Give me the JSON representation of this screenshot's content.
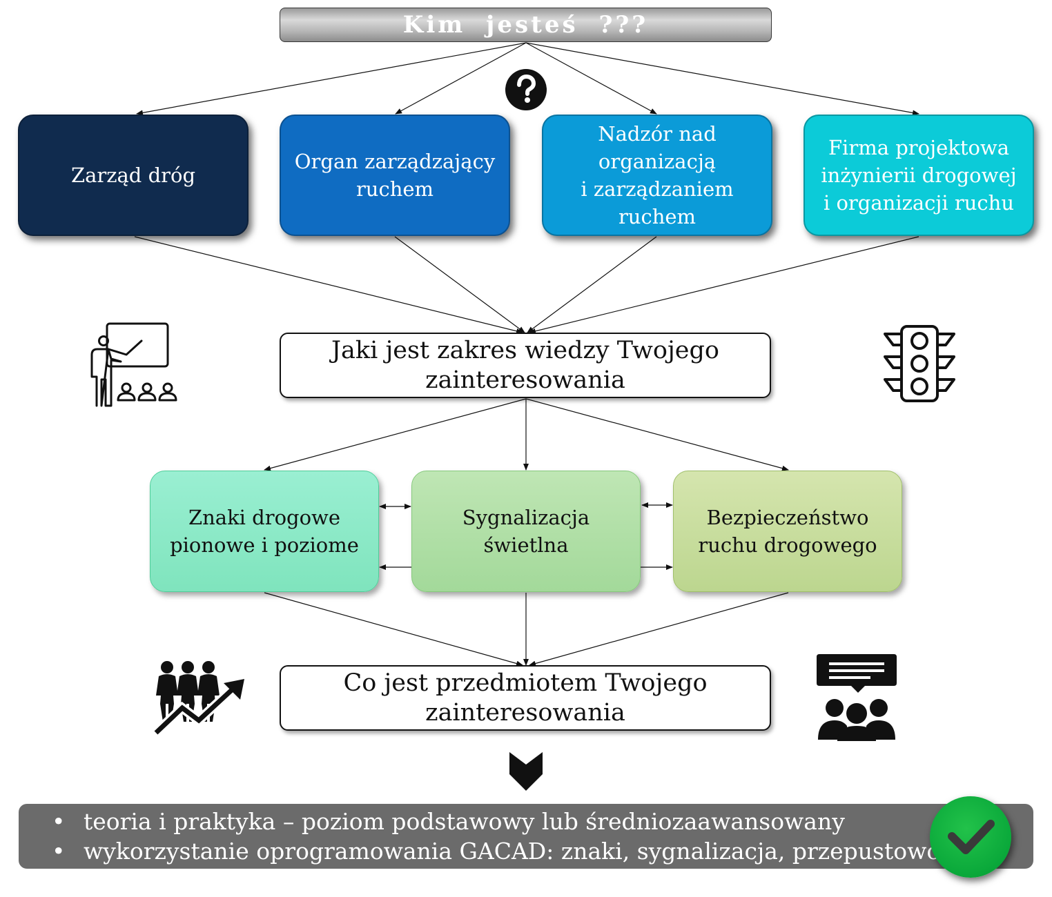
{
  "title": "Kim jesteś ???",
  "roles": [
    {
      "label": "Zarząd dróg",
      "color": "#102b4e"
    },
    {
      "label": "Organ zarządzający\nruchem",
      "color": "#0f6cc2"
    },
    {
      "label": "Nadzór nad\norganizacją\ni zarządzaniem\nruchem",
      "color": "#0b9bd8"
    },
    {
      "label": "Firma projektowa\ninżynierii drogowej\ni organizacji ruchu",
      "color": "#0ccbd8"
    }
  ],
  "question_knowledge": "Jaki jest zakres wiedzy Twojego\nzainteresowania",
  "topics": [
    {
      "label": "Znaki drogowe\npionowe i poziome",
      "color": "#8eeac8"
    },
    {
      "label": "Sygnalizacja\nświetlna",
      "color": "#b0e0a6"
    },
    {
      "label": "Bezpieczeństwo\nruchu drogowego",
      "color": "#c8dd9c"
    }
  ],
  "question_subject": "Co jest przedmiotem Twojego\nzainteresowania",
  "result_items": [
    "teoria i praktyka – poziom podstawowy lub średniozaawansowany",
    "wykorzystanie oprogramowania GACAD: znaki, sygnalizacja, przepustowość"
  ],
  "icons": [
    "question-icon",
    "teacher-icon",
    "traffic-light-icon",
    "team-growth-icon",
    "group-discussion-icon",
    "chevron-down-icon",
    "checkmark-icon"
  ]
}
